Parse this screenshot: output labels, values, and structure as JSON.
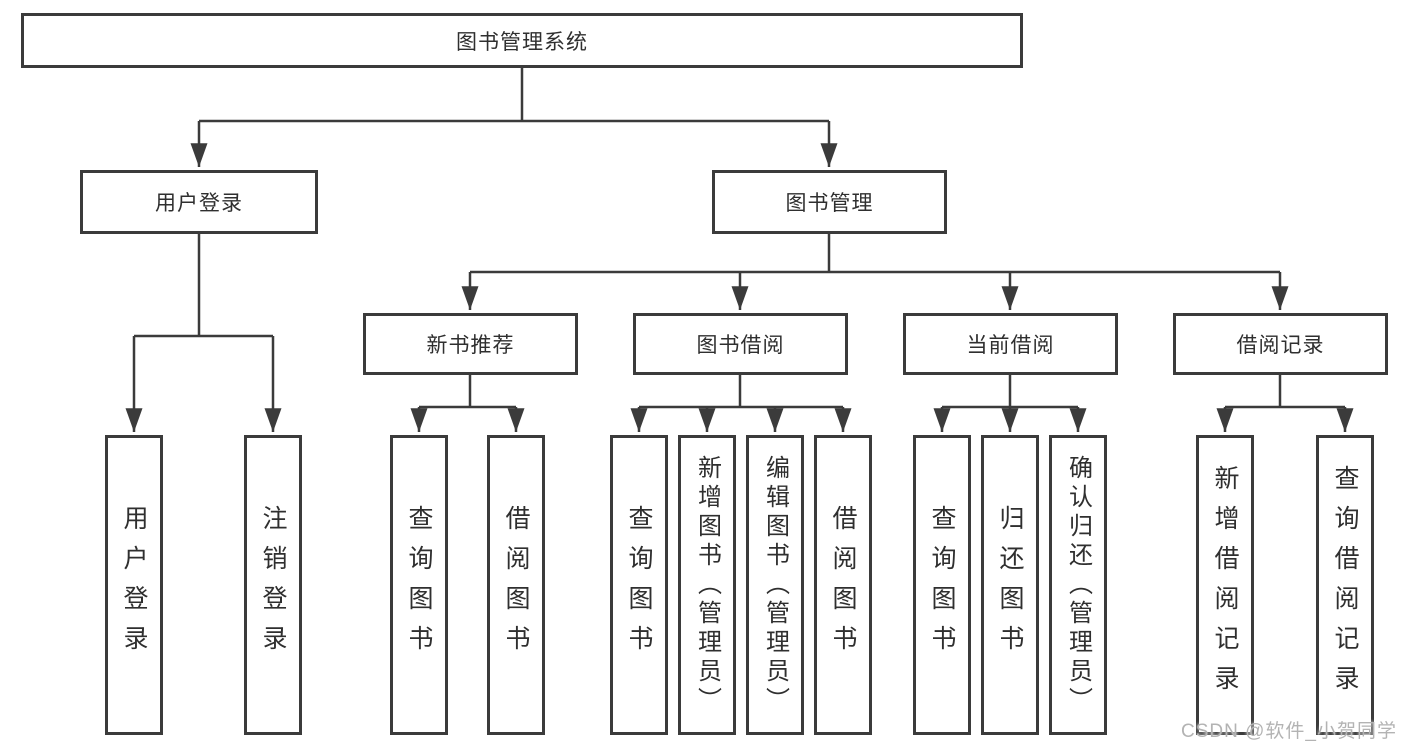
{
  "diagram": {
    "root": {
      "label": "图书管理系统"
    },
    "level2": [
      {
        "label": "用户登录"
      },
      {
        "label": "图书管理"
      }
    ],
    "level3": [
      {
        "label": "新书推荐",
        "parent": "图书管理"
      },
      {
        "label": "图书借阅",
        "parent": "图书管理"
      },
      {
        "label": "当前借阅",
        "parent": "图书管理"
      },
      {
        "label": "借阅记录",
        "parent": "图书管理"
      }
    ],
    "leaves": [
      {
        "label": "用户登录",
        "parent": "用户登录"
      },
      {
        "label": "注销登录",
        "parent": "用户登录"
      },
      {
        "label": "查询图书",
        "parent": "新书推荐"
      },
      {
        "label": "借阅图书",
        "parent": "新书推荐"
      },
      {
        "label": "查询图书",
        "parent": "图书借阅"
      },
      {
        "label": "新增图书（管理员）",
        "parent": "图书借阅"
      },
      {
        "label": "编辑图书（管理员）",
        "parent": "图书借阅"
      },
      {
        "label": "借阅图书",
        "parent": "图书借阅"
      },
      {
        "label": "查询图书",
        "parent": "当前借阅"
      },
      {
        "label": "归还图书",
        "parent": "当前借阅"
      },
      {
        "label": "确认归还（管理员）",
        "parent": "当前借阅"
      },
      {
        "label": "新增借阅记录",
        "parent": "借阅记录"
      },
      {
        "label": "查询借阅记录",
        "parent": "借阅记录"
      }
    ],
    "colors": {
      "line": "#3b3b3b",
      "border": "#3b3b3b",
      "text": "#2f2f2f",
      "box_fill": "#ffffff",
      "watermark": "#b3b3b3"
    }
  },
  "watermark": {
    "text": "CSDN @软件_小贺同学"
  }
}
